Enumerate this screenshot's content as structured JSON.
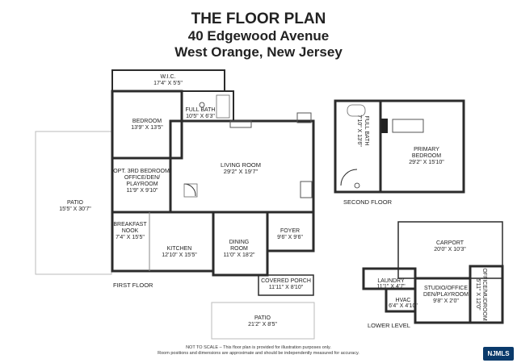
{
  "header": {
    "title": "THE FLOOR PLAN",
    "address": "40 Edgewood Avenue",
    "city": "West Orange, New Jersey"
  },
  "sections": {
    "first_floor": "FIRST FLOOR",
    "second_floor": "SECOND FLOOR",
    "lower_level": "LOWER LEVEL"
  },
  "rooms": {
    "wic": {
      "name": "W.I.C.",
      "dims": "17'4\" X 5'5\""
    },
    "bedroom": {
      "name": "BEDROOM",
      "dims": "13'9\" X 13'5\""
    },
    "full_bath_1": {
      "name": "FULL BATH",
      "dims": "10'5\" X 6'3\""
    },
    "living_room": {
      "name": "LIVING ROOM",
      "dims": "29'2\" X 19'7\""
    },
    "opt_bedroom": {
      "line1": "OPT. 3RD BEDROOM/",
      "line2": "OFFICE/DEN/",
      "line3": "PLAYROOM",
      "dims": "11'9\" X 9'10\""
    },
    "patio_1": {
      "name": "PATIO",
      "dims": "15'5\" X 30'7\""
    },
    "breakfast_nook": {
      "line1": "BREAKFAST",
      "line2": "NOOK",
      "dims": "7'4\" X 15'5\""
    },
    "kitchen": {
      "name": "KITCHEN",
      "dims": "12'10\" X 15'5\""
    },
    "dining_room": {
      "line1": "DINING",
      "line2": "ROOM",
      "dims": "11'0\" X 18'2\""
    },
    "foyer": {
      "name": "FOYER",
      "dims": "9'6\" X 9'6\""
    },
    "covered_porch": {
      "name": "COVERED PORCH",
      "dims": "11'11\" X 8'10\""
    },
    "patio_2": {
      "name": "PATIO",
      "dims": "21'2\" X 8'5\""
    },
    "full_bath_2": {
      "name": "FULL BATH",
      "dims": "7'10\" X 13'6\""
    },
    "primary_bedroom": {
      "line1": "PRIMARY",
      "line2": "BEDROOM",
      "dims": "29'2\" X 15'10\""
    },
    "carport": {
      "name": "CARPORT",
      "dims": "20'0\" X 10'3\""
    },
    "laundry": {
      "name": "LAUNDRY",
      "dims": "11'1\" X 4'7\""
    },
    "hvac": {
      "name": "HVAC",
      "dims": "6'4\" X 4'10\""
    },
    "studio": {
      "line1": "STUDIO/OFFICE",
      "line2": "DEN/PLAYROOM",
      "dims": "9'8\" X 2'0\""
    },
    "office_mudroom": {
      "name": "OFFICE/MUDROOM",
      "dims": "5'11\" X 12'0\""
    }
  },
  "footer": {
    "note1": "NOT TO SCALE – This floor plan is provided for illustration purposes only.",
    "note2": "Room positions and dimensions are approximate and should be independently measured for accuracy."
  },
  "watermark": "NJMLS"
}
